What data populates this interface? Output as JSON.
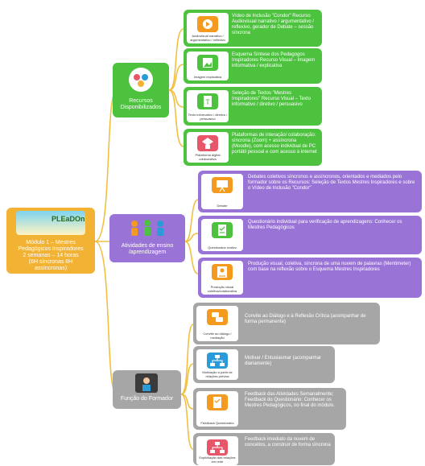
{
  "root": {
    "logo_text": "PLEaDOn",
    "title_lines": [
      "Módulo 1 – Mestres",
      "Pedagógicos Inspiradores",
      "2 semanas – 14 horas",
      "(6H síncronas 8H",
      "assíncronas)"
    ]
  },
  "branches": [
    {
      "label_lines": [
        "Recursos",
        "Disponibilizados"
      ],
      "leaves": [
        {
          "card_caption": "Audiovisual narrativo / argumentativo / reflexivo",
          "text": "Vídeo de Inclusão \"Condor\" Recurso Audiovisual narrativo / argumentativo / reflexivo, gerador de Debate – sessão síncrona"
        },
        {
          "card_caption": "Imagem explicativa",
          "text": "Esquema Síntese dos Pedagogos Inspiradores Recurso Visual – Imagem informativa / explicativa"
        },
        {
          "card_caption": "Texto informativo / diretivo / persuasivo",
          "text": "Seleção de Textos \"Mestres Inspiradores\" Recurso Visual – Texto informativo / diretivo / persuasivo"
        },
        {
          "card_caption": "Plataforma digital colaborativa",
          "text": "Plataformas de interação/ colaboração: síncrona (Zoom) + assíncrona (Moodle), com acesso individual de PC portátil pessoal e com acesso à internet"
        }
      ]
    },
    {
      "label_lines": [
        "Atividades de ensino",
        "/aprendizagem"
      ],
      "leaves": [
        {
          "card_caption": "Debate",
          "text": "Debates coletivos síncronos e assíncronos, orientados e mediados pelo formador sobre os Recursos: Seleção de Textos Mestres Inspiradores e sobre o Vídeo de Inclusão \"Condor\""
        },
        {
          "card_caption": "Questionário reativo",
          "text": "Questionário individual para verificação de aprendizagens: Conhecer os Mestres Pedagógicos"
        },
        {
          "card_caption": "Produção visual coletiva/colaborativa",
          "text": "Produção visual, coletiva, síncrona de uma nuvem de palavras (Mentimeter) com base na reflexão sobre o Esquema Mestres Inspiradores"
        }
      ]
    },
    {
      "label_lines": [
        "Função do Formador"
      ],
      "leaves": [
        {
          "card_caption": "Convite ao diálogo / mediação",
          "text": "Convite ao Diálogo e à Reflexão Crítica (acompanhar de forma permanente)"
        },
        {
          "card_caption": "Motivação a partir de relações prévias",
          "text": "Motivar / Entusiasmar (acompanhar diariamente)"
        },
        {
          "card_caption": "Feedback Questionário",
          "text": "Feedback das Atividades Semanalmente; Feedback do Questionário: Conhecer os Mestres Pedagógicos, no final do módulo."
        },
        {
          "card_caption": "Explicitação das relações em rede",
          "text": "Feedback imediato da nuvem de conceitos, a construir de forma síncrona"
        }
      ]
    }
  ],
  "colors": {
    "root": "#f2b233",
    "recursos": "#4cc23e",
    "atividades": "#9a73d6",
    "formador": "#a6a6a6",
    "connector": "#f2c040",
    "icon_orange": "#f39a1f",
    "icon_green": "#4cc23e",
    "icon_pink": "#e8566a",
    "icon_blue": "#2a9ad8"
  }
}
